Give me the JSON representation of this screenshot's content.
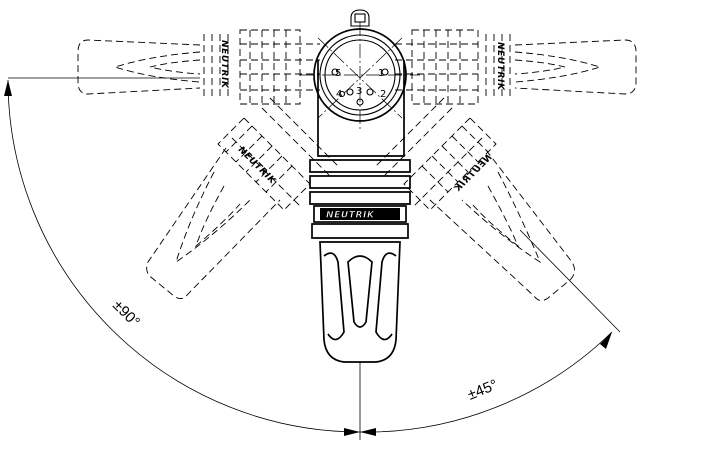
{
  "drawing": {
    "brand_label": "NEUTRIK",
    "pin_labels": [
      "1",
      "2",
      "3",
      "4",
      "5"
    ],
    "angle_label_large": "±90°",
    "angle_label_small": "±45°"
  }
}
